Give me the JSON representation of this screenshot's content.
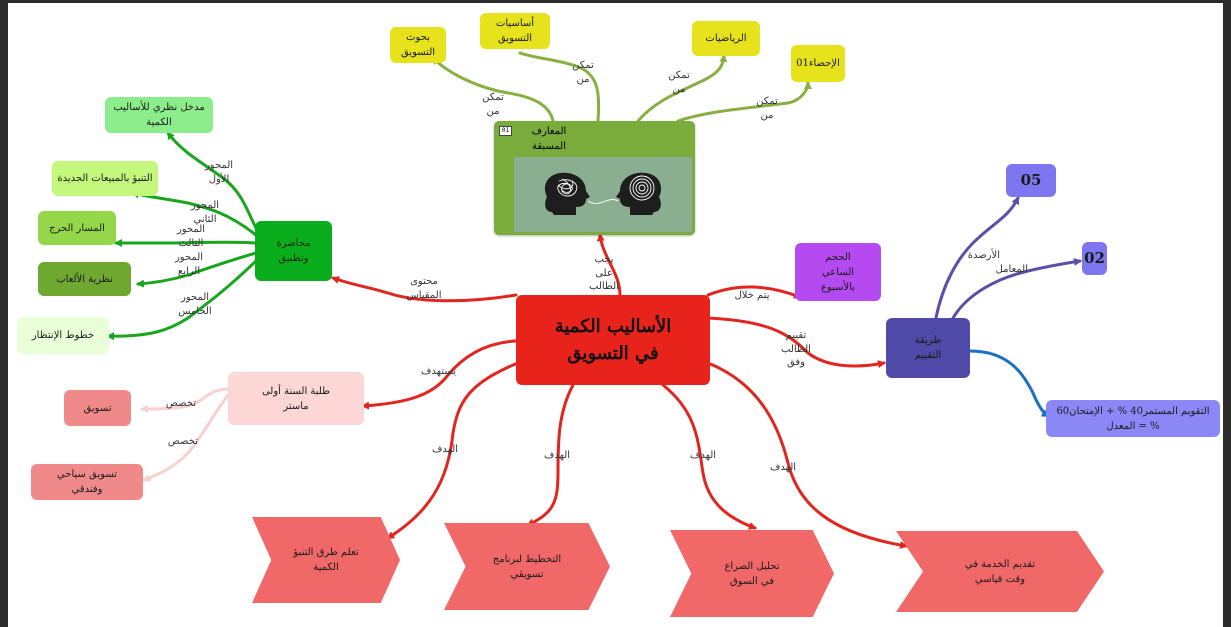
{
  "colors": {
    "central": "#e8231b",
    "red_link": "#e0261e",
    "green_link": "#19a61e",
    "olive_link": "#88b040",
    "purple_link": "#5b4ea6",
    "blue_link": "#1c6fc4",
    "target_arrow": "#f06868",
    "yellow": "#e6e21c"
  },
  "central": {
    "line1": "الأساليب الكمية",
    "line2": "في التسويق"
  },
  "prereq": {
    "title": "المعارف المسبقة",
    "badge": "01",
    "link_label": "يجب على الطالب",
    "image_icon": "two-heads-tangled-thought-icon",
    "items": [
      {
        "text": "بحوث التسويق",
        "label": "تمكن من"
      },
      {
        "text": "أساسيات التسويق",
        "label": "تمكن من"
      },
      {
        "text": "الرياضيات",
        "label": "تمكن من"
      },
      {
        "text": "الإحصاء01",
        "label": "تمكن من"
      }
    ]
  },
  "lecture": {
    "title": "محاضرة وتطبيق",
    "link_label": "محتوى المقياس",
    "items": [
      {
        "text": "مدخل نظري للأساليب الكمية",
        "label": "المحور الأول"
      },
      {
        "text": "التنبؤ بالمبيعات الجديدة",
        "label": "المحور الثاني"
      },
      {
        "text": "المسار الحرج",
        "label": "المحور الثالث"
      },
      {
        "text": "نظرية الألعاب",
        "label": "المحور الرابع"
      },
      {
        "text": "خطوط الإنتظار",
        "label": "المحور الخامس"
      }
    ]
  },
  "audience": {
    "text": "طلبة السنة أولى ماستر",
    "link_label": "يستهدف",
    "items": [
      {
        "text": "تسويق",
        "label": "تخصص"
      },
      {
        "text": "تسويق سياحي وفندقي",
        "label": "تخصص"
      }
    ]
  },
  "hours": {
    "text": "الحجم الساعي بالأسبوع",
    "link_label": "يتم خلال"
  },
  "evaluation": {
    "title": "طريقة التقييم",
    "link_label": "تقييم الطالب وفق",
    "credits": {
      "value": "05",
      "label": "الأرصدة"
    },
    "coefficient": {
      "value": "02",
      "label": "المعامل"
    },
    "formula": "التقويم المستمر40 % + الإمتحان60 % = المعدل"
  },
  "goals": {
    "label": "الهدف",
    "items": [
      "تعلم طرق التنبؤ الكمية",
      "التخطيط لبرنامج تسويقي",
      "تحليل الصراع في السوق",
      "تقديم الخدمة في وقت قياسي"
    ]
  }
}
